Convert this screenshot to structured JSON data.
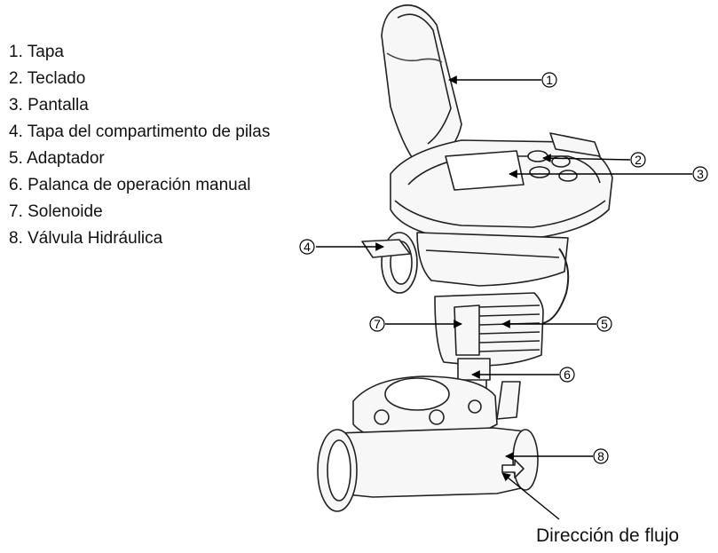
{
  "legend": [
    "1. Tapa",
    "2. Teclado",
    "3. Pantalla",
    "4. Tapa del compartimento de pilas",
    "5. Adaptador",
    "6. Palanca de operación manual",
    "7. Solenoide",
    "8. Válvula Hidráulica"
  ],
  "callouts": [
    "1",
    "2",
    "3",
    "4",
    "5",
    "6",
    "7",
    "8"
  ],
  "flow_label": "Dirección de flujo"
}
